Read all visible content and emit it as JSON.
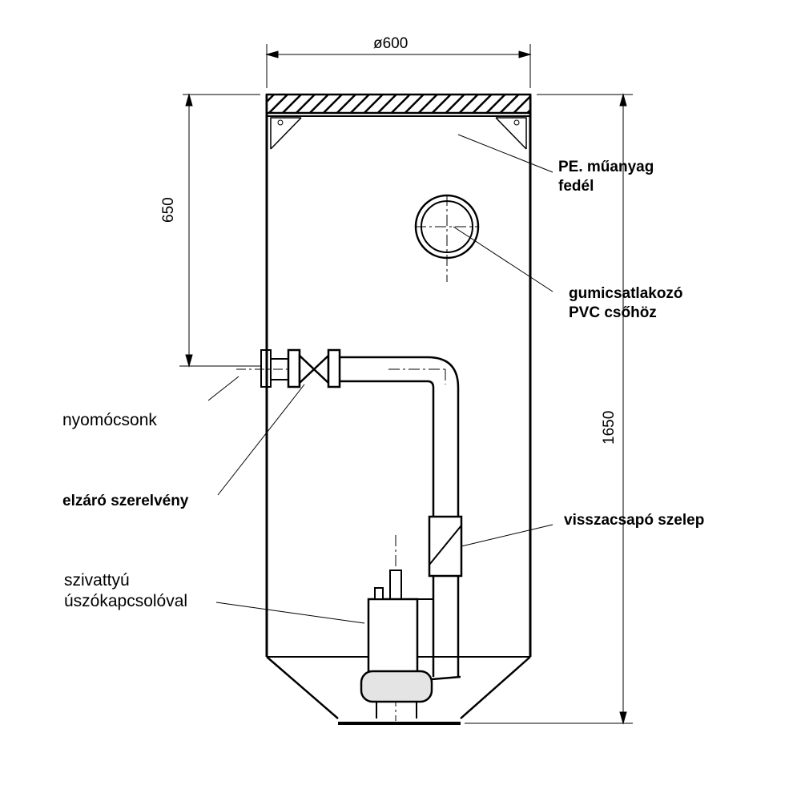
{
  "dimensions": {
    "diameter": "ø600",
    "upper_height": "650",
    "total_height": "1650"
  },
  "labels": {
    "cover": [
      "PE. műanyag",
      "fedél"
    ],
    "rubber_connector": [
      "gumicsatlakozó",
      "PVC csőhöz"
    ],
    "pressure_outlet": "nyomócsonk",
    "shutoff_valve": "elzáró szerelvény",
    "check_valve": "visszacsapó szelep",
    "pump": [
      "szivattyú",
      "úszókapcsolóval"
    ]
  }
}
